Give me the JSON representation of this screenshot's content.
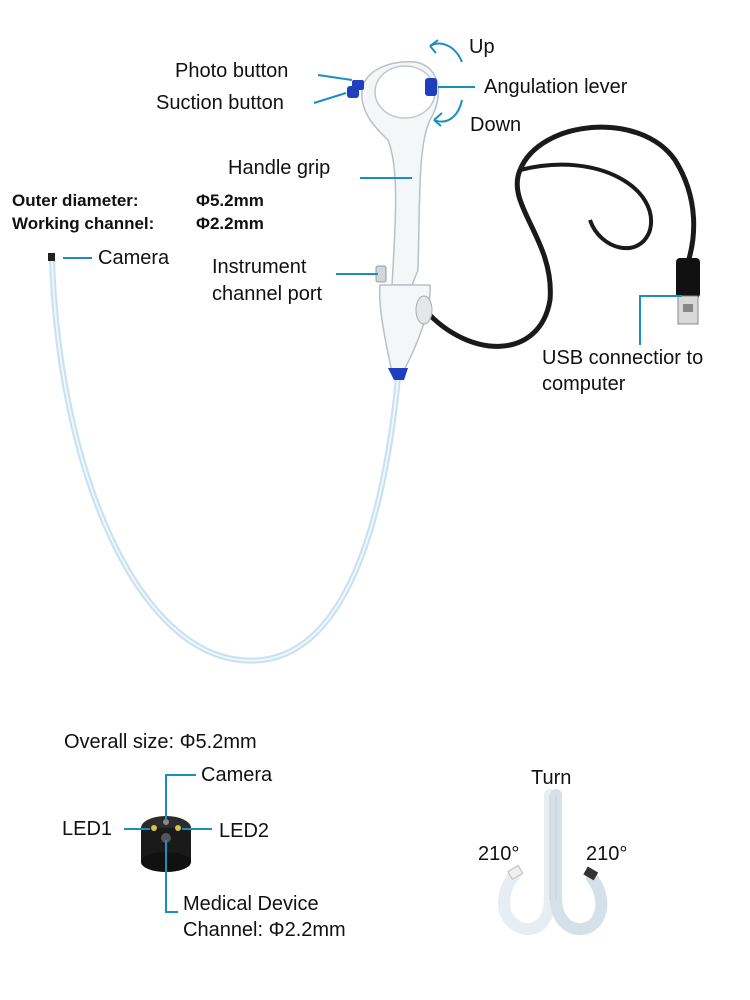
{
  "labels": {
    "up": "Up",
    "down": "Down",
    "photo_button": "Photo button",
    "suction_button": "Suction button",
    "angulation_lever": "Angulation lever",
    "handle_grip": "Handle grip",
    "instrument_port_line1": "Instrument",
    "instrument_port_line2": "channel port",
    "camera_tip": "Camera",
    "usb_line1": "USB connectior to",
    "usb_line2": "computer"
  },
  "specs": {
    "outer_diameter_label": "Outer diameter:",
    "outer_diameter_value": "Φ5.2mm",
    "working_channel_label": "Working channel:",
    "working_channel_value": "Φ2.2mm"
  },
  "tip_detail": {
    "overall_size": "Overall size: Φ5.2mm",
    "camera": "Camera",
    "led1": "LED1",
    "led2": "LED2",
    "channel_line1": "Medical Device",
    "channel_line2": "Channel: Φ2.2mm"
  },
  "turn_detail": {
    "title": "Turn",
    "left_angle": "210°",
    "right_angle": "210°"
  },
  "colors": {
    "leader": "#1a8fbf",
    "button_blue": "#1f3fbf",
    "cable": "#1a1a1a",
    "tube": "#dcecf5"
  }
}
